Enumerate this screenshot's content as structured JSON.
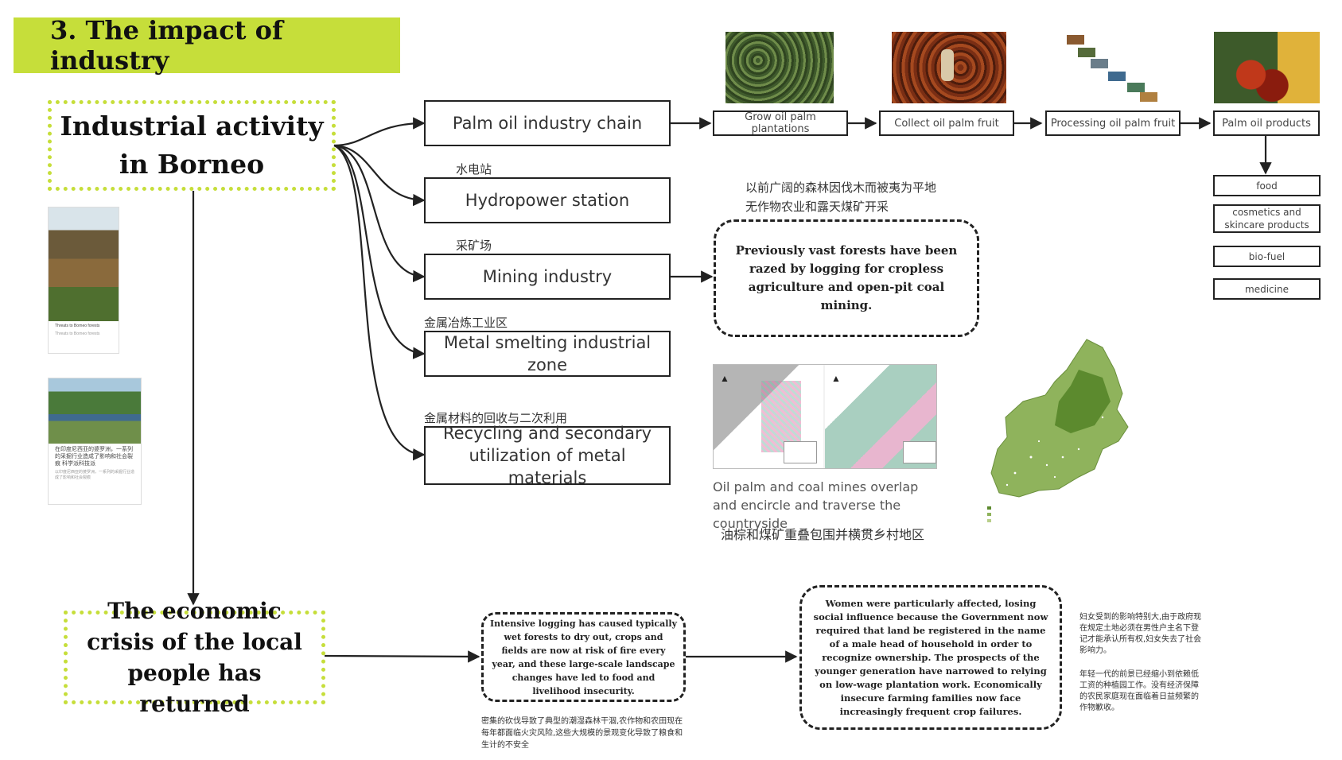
{
  "title": "3.  The impact of industry",
  "hub": "Industrial activity in Borneo",
  "crisis": "The economic crisis of the local people has returned",
  "industries": [
    {
      "en": "Palm oil industry chain",
      "zh": ""
    },
    {
      "en": "Hydropower station",
      "zh": "水电站"
    },
    {
      "en": "Mining industry",
      "zh": "采矿场"
    },
    {
      "en": "Metal smelting industrial zone",
      "zh": "金属冶炼工业区"
    },
    {
      "en": "Recycling and secondary utilization of metal materials",
      "zh": "金属材料的回收与二次利用"
    }
  ],
  "chain": [
    "Grow oil palm plantations",
    "Collect oil palm fruit",
    "Processing oil palm fruit",
    "Palm oil products"
  ],
  "products": [
    "food",
    "cosmetics and skincare products",
    "bio-fuel",
    "medicine"
  ],
  "forest_note": {
    "zh": "以前广阔的森林因伐木而被夷为平地无作物农业和露天煤矿开采",
    "en": "Previously vast forests have been razed by logging for cropless agriculture and open-pit coal mining."
  },
  "map_caption": {
    "en": "Oil palm and coal mines overlap and encircle and traverse the countryside",
    "zh": "油棕和煤矿重叠包围并横贯乡村地区"
  },
  "card1": {
    "title": "Threats to Borneo forests",
    "sub": "Threats to Borneo forests"
  },
  "card2": {
    "title": "在印度尼西亚的婆罗洲，一系列的采掘行业造成了影响和社会裂痕 科学派科技派",
    "sub": "以印度尼西亚的婆罗洲，一系列的采掘行业造成了影响和社会裂痕"
  },
  "logging_note": {
    "en": "Intensive logging has caused typically wet forests to dry out, crops and fields are now at risk of fire every year, and these large-scale landscape changes have led to food and livelihood insecurity.",
    "zh": "密集的砍伐导致了典型的潮湿森林干涸,农作物和农田现在每年都面临火灾风险,这些大规模的景观变化导致了粮食和生计的不安全"
  },
  "women_note": {
    "en": "Women were particularly affected, losing social influence because the Government now required that land be registered in the name of a male head of household in order to recognize ownership. The prospects of the younger generation have narrowed to relying on low-wage plantation work. Economically insecure farming families now face increasingly frequent crop failures.",
    "zh1": "妇女受到的影响特别大,由于政府现在规定土地必须在男性户主名下登记才能承认所有权,妇女失去了社会影响力。",
    "zh2": "年轻一代的前景已经缩小到依赖低工资的种植园工作。没有经济保障的农民家庭现在面临着日益频繁的作物歉收。"
  },
  "colors": {
    "accent": "#c6de3a",
    "line": "#222222"
  }
}
